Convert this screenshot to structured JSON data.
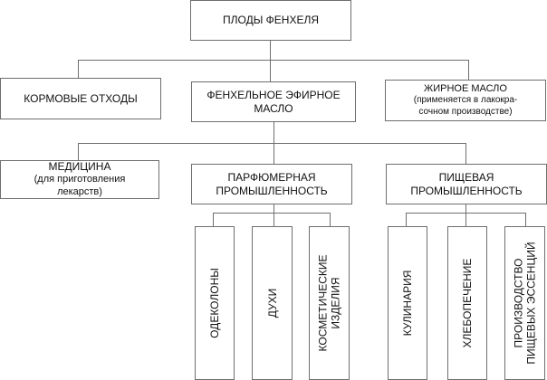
{
  "root": {
    "label": "ПЛОДЫ ФЕНХЕЛЯ"
  },
  "level1": [
    {
      "lines": [
        "КОРМОВЫЕ ОТХОДЫ"
      ]
    },
    {
      "lines": [
        "ФЕНХЕЛЬНОЕ ЭФИРНОЕ",
        "МАСЛО"
      ]
    },
    {
      "lines": [
        "ЖИРНОЕ МАСЛО",
        "(применяется в лакокра-",
        "сочном производстве)"
      ]
    }
  ],
  "level2": [
    {
      "lines": [
        "МЕДИЦИНА",
        "(для приготовления",
        "лекарств)"
      ]
    },
    {
      "lines": [
        "ПАРФЮМЕРНАЯ",
        "ПРОМЫШЛЕННОСТЬ"
      ]
    },
    {
      "lines": [
        "ПИЩЕВАЯ",
        "ПРОМЫШЛЕННОСТЬ"
      ]
    }
  ],
  "level3_perfume": [
    {
      "lines": [
        "ОДЕКОЛОНЫ"
      ]
    },
    {
      "lines": [
        "ДУХИ"
      ]
    },
    {
      "lines": [
        "КОСМЕТИЧЕСКИЕ",
        "ИЗДЕЛИЯ"
      ]
    }
  ],
  "level3_food": [
    {
      "lines": [
        "КУЛИНАРИЯ"
      ]
    },
    {
      "lines": [
        "ХЛЕБОПЕЧЕНИЕ"
      ]
    },
    {
      "lines": [
        "ПРОИЗВОДСТВО",
        "ПИЩЕВЫХ ЭССЕНЦИЙ"
      ]
    }
  ],
  "colors": {
    "line": "#6e6e6e",
    "box_fill": "#ffffff",
    "text": "#111111"
  }
}
